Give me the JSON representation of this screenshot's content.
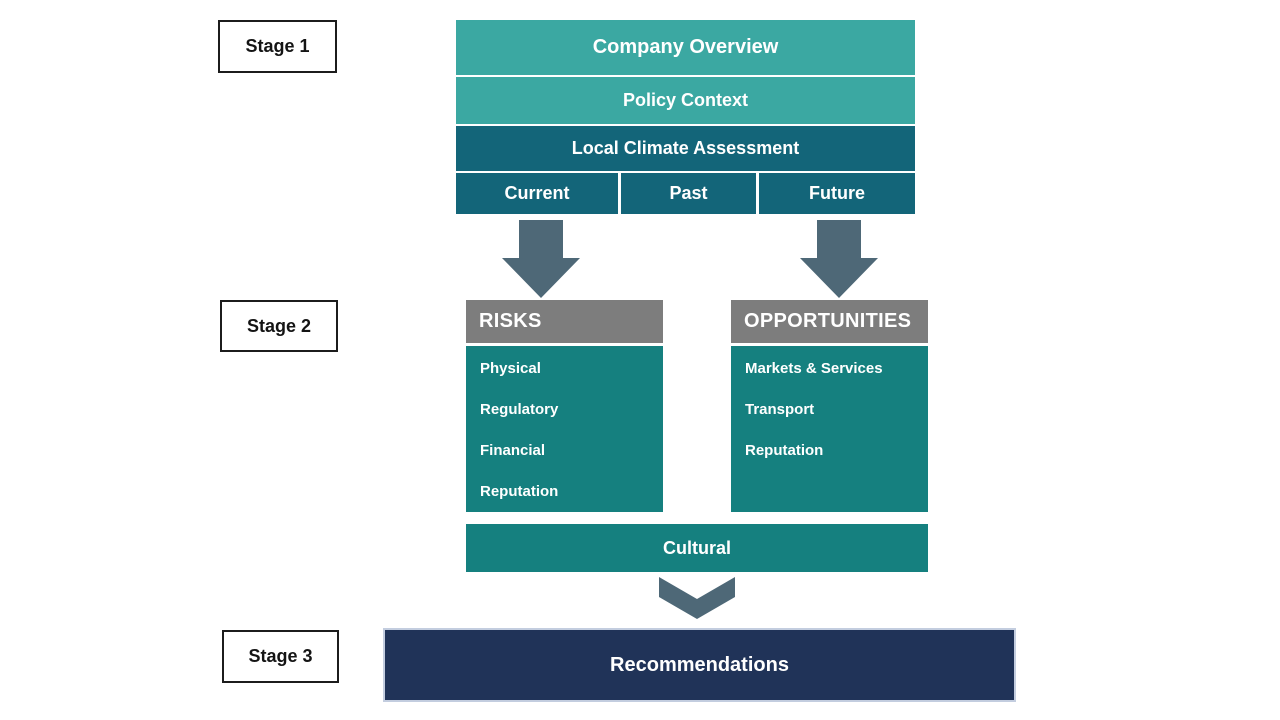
{
  "stage_labels": [
    "Stage 1",
    "Stage 2",
    "Stage 3"
  ],
  "stage1": {
    "company_overview": "Company Overview",
    "policy_context": "Policy Context",
    "local_climate_assessment": "Local Climate Assessment",
    "timeframes": [
      "Current",
      "Past",
      "Future"
    ]
  },
  "stage2": {
    "risks_header": "RISKS",
    "risks_items": [
      "Physical",
      "Regulatory",
      "Financial",
      "Reputation"
    ],
    "opportunities_header": "OPPORTUNITIES",
    "opportunities_items": [
      "Markets & Services",
      "Transport",
      "Reputation"
    ],
    "cultural": "Cultural"
  },
  "stage3": {
    "recommendations": "Recommendations"
  },
  "icons": {
    "down_arrow": "block-down-arrow",
    "chevron_down": "chevron-down"
  },
  "colors": {
    "teal_light": "#3BA8A2",
    "teal_dark": "#136579",
    "teal_mid": "#15807F",
    "header_gray": "#7D7D7D",
    "arrow_slate": "#4E6877",
    "navy": "#203358",
    "text_white": "#FFFFFF"
  }
}
